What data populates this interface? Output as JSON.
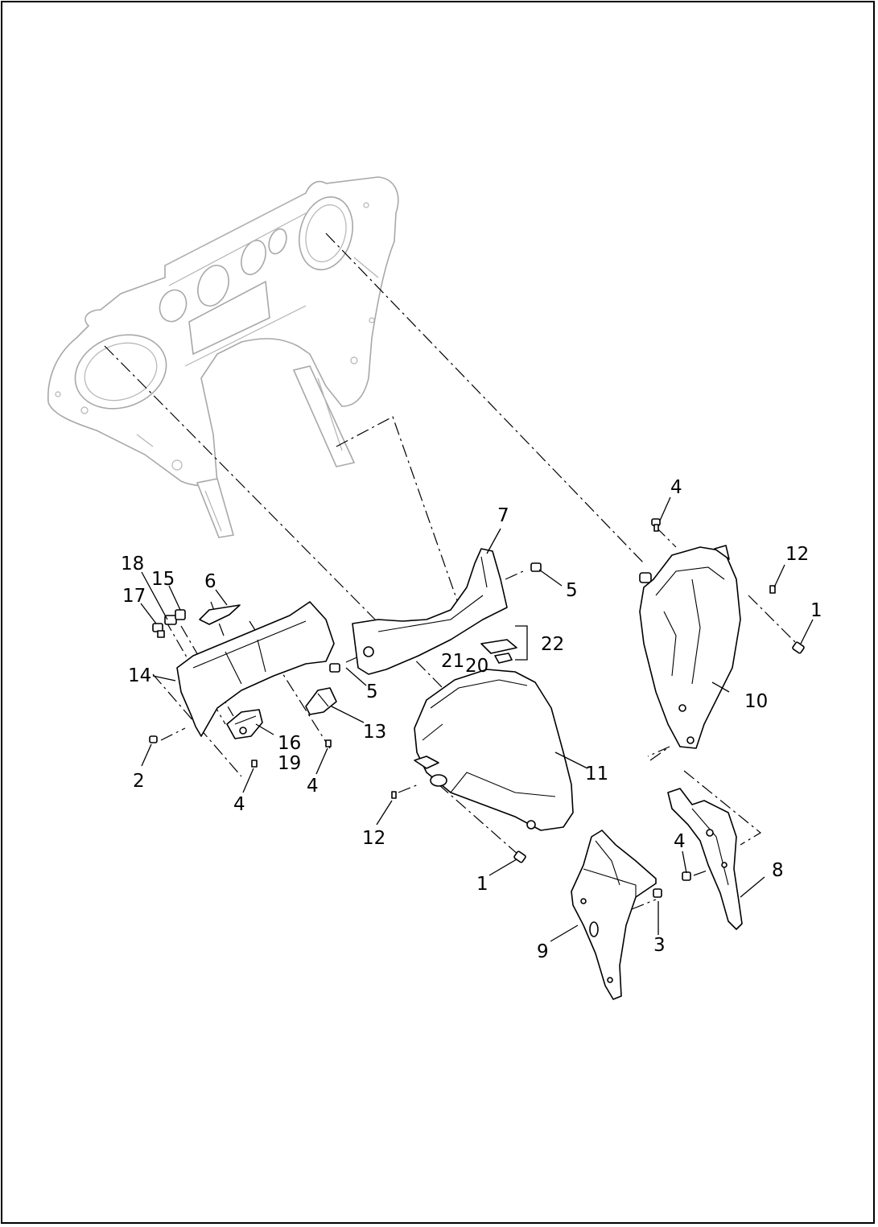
{
  "diagram": {
    "callouts": [
      {
        "id": "c1a",
        "text": "1"
      },
      {
        "id": "c1b",
        "text": "1"
      },
      {
        "id": "c2",
        "text": "2"
      },
      {
        "id": "c3",
        "text": "3"
      },
      {
        "id": "c4a",
        "text": "4"
      },
      {
        "id": "c4b",
        "text": "4"
      },
      {
        "id": "c4c",
        "text": "4"
      },
      {
        "id": "c4d",
        "text": "4"
      },
      {
        "id": "c5a",
        "text": "5"
      },
      {
        "id": "c5b",
        "text": "5"
      },
      {
        "id": "c6",
        "text": "6"
      },
      {
        "id": "c7",
        "text": "7"
      },
      {
        "id": "c8",
        "text": "8"
      },
      {
        "id": "c9",
        "text": "9"
      },
      {
        "id": "c10",
        "text": "10"
      },
      {
        "id": "c11",
        "text": "11"
      },
      {
        "id": "c12a",
        "text": "12"
      },
      {
        "id": "c12b",
        "text": "12"
      },
      {
        "id": "c13",
        "text": "13"
      },
      {
        "id": "c14",
        "text": "14"
      },
      {
        "id": "c15",
        "text": "15"
      },
      {
        "id": "c16",
        "text": "16"
      },
      {
        "id": "c17",
        "text": "17"
      },
      {
        "id": "c18",
        "text": "18"
      },
      {
        "id": "c19",
        "text": "19"
      },
      {
        "id": "c20",
        "text": "20"
      },
      {
        "id": "c21",
        "text": "21"
      },
      {
        "id": "c22",
        "text": "22"
      }
    ]
  }
}
